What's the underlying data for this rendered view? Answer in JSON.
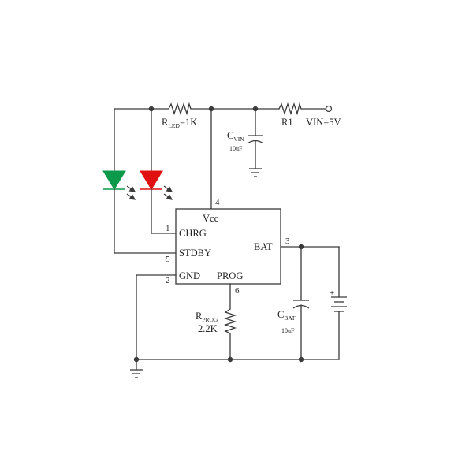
{
  "ic": {
    "top_pin_label": "Vcc",
    "top_pin_number": "4",
    "pins_left": [
      {
        "number": "1",
        "label": "CHRG"
      },
      {
        "number": "5",
        "label": "STDBY"
      },
      {
        "number": "2",
        "label": "GND"
      }
    ],
    "pin_right": {
      "number": "3",
      "label": "BAT"
    },
    "pin_bottom": {
      "number": "6",
      "label": "PROG"
    }
  },
  "r_led": {
    "main": "R",
    "sub": "LED",
    "value": "=1K"
  },
  "r1": {
    "label": "R1"
  },
  "vin": {
    "label": "VIN=5V"
  },
  "c_vin": {
    "main": "C",
    "sub": "VIN",
    "value": "10uF"
  },
  "c_bat": {
    "main": "C",
    "sub": "BAT",
    "value": "10uF"
  },
  "r_prog": {
    "main": "R",
    "sub": "PROG",
    "value": "2.2K"
  },
  "battery": {
    "polarity": "+"
  },
  "colors": {
    "wire": "#3a3a3a",
    "led_green": "#0a9a4a",
    "led_red": "#e01010"
  }
}
